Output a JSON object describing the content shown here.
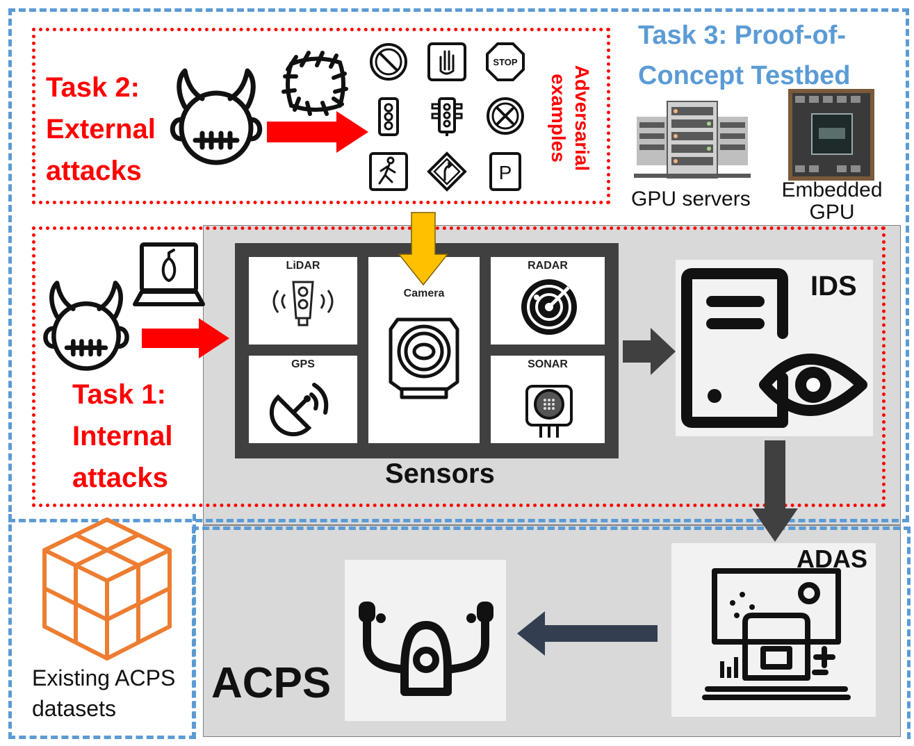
{
  "task2": {
    "line1": "Task 2:",
    "line2": "External",
    "line3": "attacks"
  },
  "adversarial": {
    "line1": "Adversarial",
    "line2": "examples"
  },
  "sign_stop_text": "STOP",
  "sign_parking_text": "P",
  "task3": {
    "line1": "Task 3: Proof-of-",
    "line2": "Concept Testbed"
  },
  "gpu_servers_label": "GPU servers",
  "embedded_gpu": {
    "line1": "Embedded",
    "line2": "GPU"
  },
  "sensors": {
    "lidar": "LiDAR",
    "camera": "Camera",
    "radar": "RADAR",
    "gps": "GPS",
    "sonar": "SONAR",
    "title": "Sensors"
  },
  "ids_label": "IDS",
  "task1": {
    "line1": "Task 1:",
    "line2": "Internal",
    "line3": "attacks"
  },
  "adas_label": "ADAS",
  "acps_label": "ACPS",
  "datasets": {
    "line1": "Existing ACPS",
    "line2": "datasets"
  },
  "colors": {
    "task_red": "#ff0000",
    "task3_blue": "#5b9bd5",
    "camera_arrow": "#ffc000",
    "dark_arrow": "#404040",
    "dataset_orange": "#ed7d31"
  }
}
